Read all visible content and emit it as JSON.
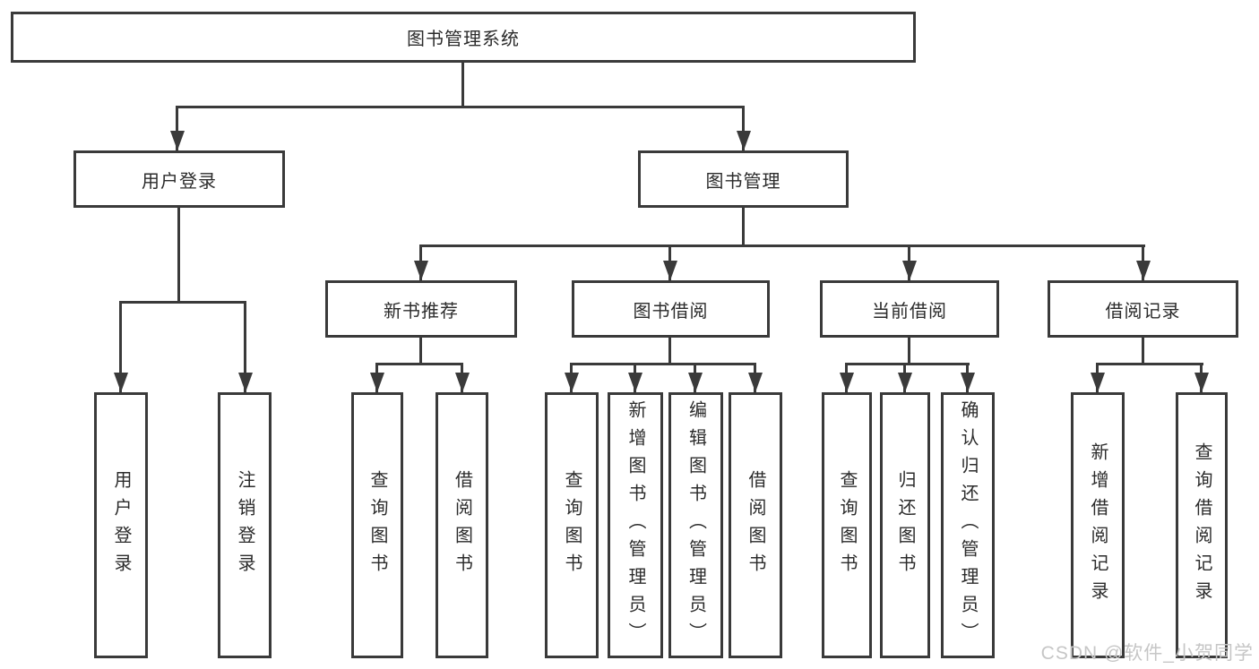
{
  "diagram": {
    "colors": {
      "line": "#3a3a3a",
      "text": "#2b2b2b",
      "background": "#ffffff",
      "watermark": "#c6c6c6"
    },
    "nodes": {
      "root": {
        "label": "图书管理系统"
      },
      "user_login": {
        "label": "用户登录"
      },
      "book_mgmt": {
        "label": "图书管理"
      },
      "login": {
        "label": "用户登录"
      },
      "logout": {
        "label": "注销登录"
      },
      "new_book_rec": {
        "label": "新书推荐"
      },
      "book_borrow": {
        "label": "图书借阅"
      },
      "current_borrow": {
        "label": "当前借阅"
      },
      "borrow_record": {
        "label": "借阅记录"
      },
      "rec_query": {
        "label": "查询图书"
      },
      "rec_borrow": {
        "label": "借阅图书"
      },
      "bb_query": {
        "label": "查询图书"
      },
      "bb_add": {
        "label": "新增图书（管理员）"
      },
      "bb_edit": {
        "label": "编辑图书（管理员）"
      },
      "bb_borrow": {
        "label": "借阅图书"
      },
      "cb_query": {
        "label": "查询图书"
      },
      "cb_return": {
        "label": "归还图书"
      },
      "cb_confirm": {
        "label": "确认归还（管理员）"
      },
      "br_add": {
        "label": "新增借阅记录"
      },
      "br_query": {
        "label": "查询借阅记录"
      }
    }
  },
  "watermark": {
    "text": "CSDN @软件_小贺同学"
  }
}
